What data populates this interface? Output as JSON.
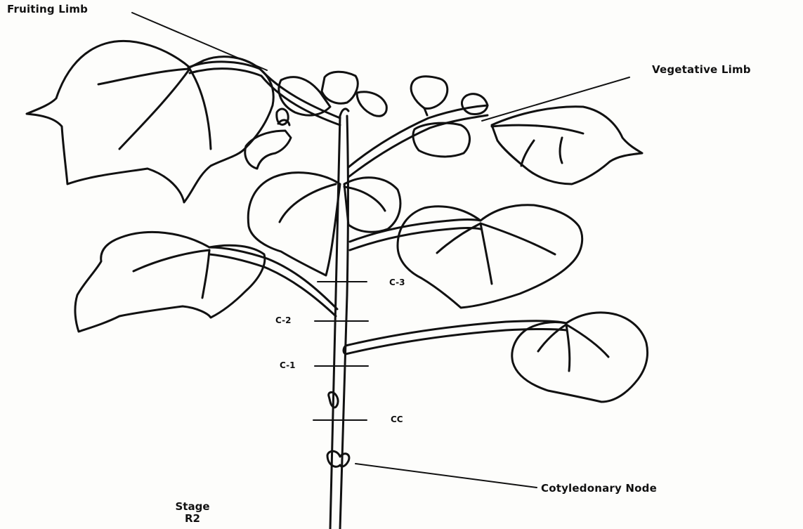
{
  "labels": {
    "fruiting_limb": "Fruiting Limb",
    "vegetative_limb": "Vegetative Limb",
    "cotyledonary_node": "Cotyledonary Node",
    "c3": "C-3",
    "c2": "C-2",
    "c1": "C-1",
    "cc": "CC"
  },
  "stage": {
    "label": "Stage",
    "value": "R2"
  },
  "colors": {
    "ink": "#111111",
    "paper": "#fdfdfb"
  }
}
